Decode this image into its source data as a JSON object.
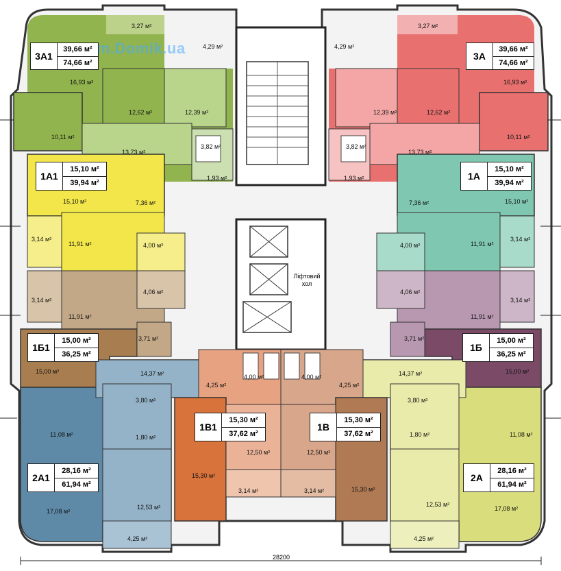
{
  "watermark": "Forum.Domik.ua",
  "lift_hall_label": "Ліфтовий хол",
  "overall_dimension": "28200",
  "colors": {
    "3A1": "#92b44e",
    "3A": "#e8706f",
    "1A1": "#f2e64a",
    "1A": "#7fc7b0",
    "beige_left": "#c3a888",
    "purple_right": "#b898b0",
    "1B1": "#a87e50",
    "1B": "#7a4a66",
    "2A1": "#5e8aa8",
    "2A": "#d9dd7c",
    "1V1": "#d9733c",
    "1V": "#b07a54",
    "corridor": "#e7a282"
  },
  "apartments": [
    {
      "id": "3A1",
      "living": "39,66 м²",
      "total": "74,66 м²"
    },
    {
      "id": "3A",
      "living": "39,66 м²",
      "total": "74,66 м²"
    },
    {
      "id": "1A1",
      "living": "15,10 м²",
      "total": "39,94 м²"
    },
    {
      "id": "1A",
      "living": "15,10 м²",
      "total": "39,94 м²"
    },
    {
      "id": "1Б1",
      "living": "15,00 м²",
      "total": "36,25 м²"
    },
    {
      "id": "1Б",
      "living": "15,00 м²",
      "total": "36,25 м²"
    },
    {
      "id": "1В1",
      "living": "15,30 м²",
      "total": "37,62 м²"
    },
    {
      "id": "1В",
      "living": "15,30 м²",
      "total": "37,62 м²"
    },
    {
      "id": "2A1",
      "living": "28,16 м²",
      "total": "61,94 м²"
    },
    {
      "id": "2A",
      "living": "28,16 м²",
      "total": "61,94 м²"
    }
  ],
  "rooms": {
    "r1": "3,27 м²",
    "r2": "4,29 м²",
    "r3": "16,93 м²",
    "r4": "12,62 м²",
    "r5": "12,39 м²",
    "r6": "10,11 м²",
    "r7": "13,73 м²",
    "r8": "3,82 м²",
    "r9": "1,93 м²",
    "r10": "15,10 м²",
    "r11": "7,36 м²",
    "r12": "3,14 м²",
    "r13": "11,91 м²",
    "r14": "4,00 м²",
    "r15": "4,06 м²",
    "r16": "3,71 м²",
    "r17": "15,00 м²",
    "r18": "14,37 м²",
    "r19": "4,25 м²",
    "r20": "3,80 м²",
    "r21": "11,08 м²",
    "r22": "1,80 м²",
    "r23": "12,50 м²",
    "r24": "15,30 м²",
    "r25": "17,08 м²",
    "r26": "12,53 м²"
  }
}
